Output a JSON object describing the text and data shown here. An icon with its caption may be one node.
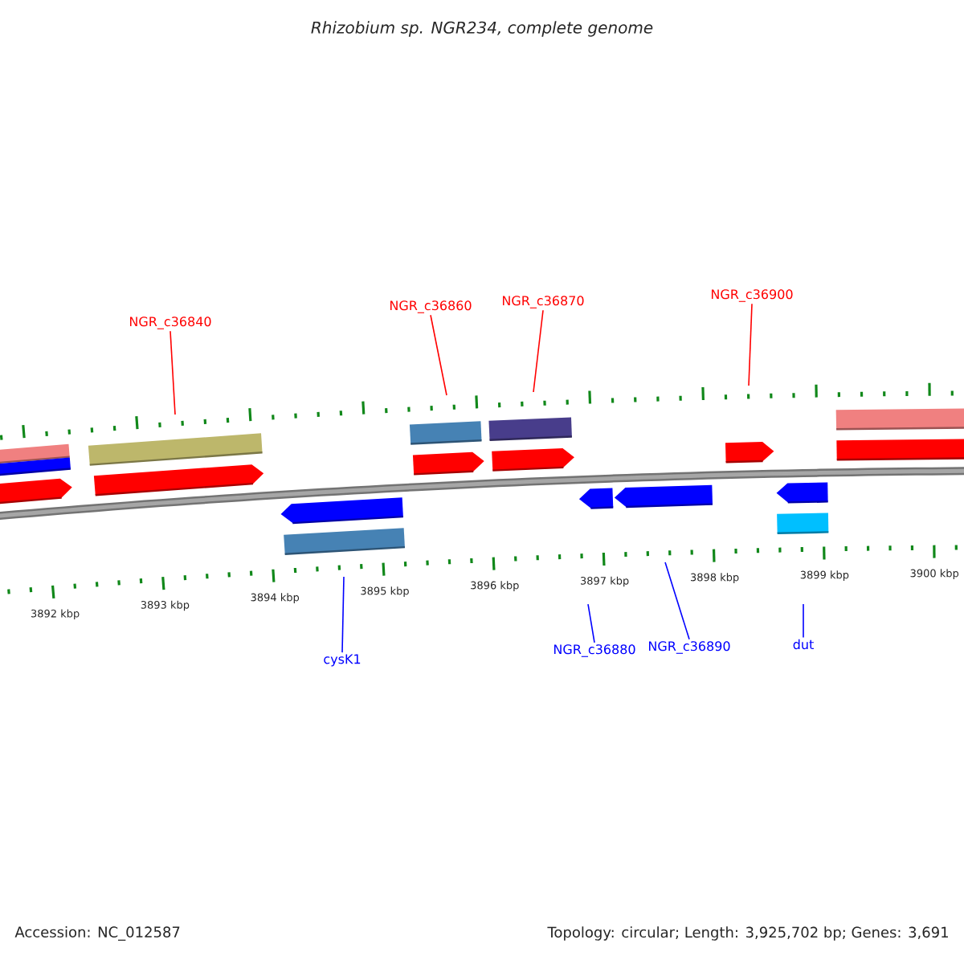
{
  "diagram": {
    "title": "Rhizobium sp. NGR234, complete genome",
    "nodes": [
      {
        "text": [
          "NGR_c36840"
        ]
      },
      {
        "text": [
          "NGR_c36860"
        ]
      },
      {
        "text": [
          "NGR_c36870"
        ]
      },
      {
        "text": [
          "NGR_c36900"
        ]
      },
      {
        "text": [
          "cysK1"
        ]
      },
      {
        "text": [
          "NGR_c36880"
        ]
      },
      {
        "text": [
          "NGR_c36890"
        ]
      },
      {
        "text": [
          "dut"
        ]
      }
    ],
    "edges": [
      {
        "from": 0,
        "to": null,
        "arrow": "none"
      },
      {
        "from": 1,
        "to": null,
        "arrow": "none"
      },
      {
        "from": 2,
        "to": null,
        "arrow": "none"
      },
      {
        "from": 3,
        "to": null,
        "arrow": "none"
      },
      {
        "from": 4,
        "to": null,
        "arrow": "none",
        "color": "#0000ff"
      },
      {
        "from": 5,
        "to": null,
        "arrow": "none",
        "color": "#0000ff"
      },
      {
        "from": 6,
        "to": null,
        "arrow": "none",
        "color": "#0000ff"
      },
      {
        "from": 7,
        "to": null,
        "arrow": "none",
        "color": "#0000ff"
      }
    ],
    "labels": [
      "3892 kbp",
      "3893 kbp",
      "3894 kbp",
      "3895 kbp",
      "3896 kbp",
      "3897 kbp",
      "3898 kbp",
      "3899 kbp",
      "3900 kbp",
      "Accession: NC_012587",
      "Topology: circular; Length: 3,925,702 bp; Genes: 3,691"
    ]
  }
}
